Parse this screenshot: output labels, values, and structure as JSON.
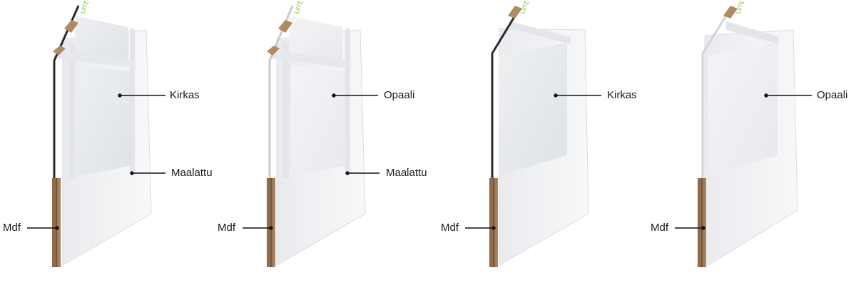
{
  "doors": [
    {
      "id": "door-1",
      "brand": "LIITE",
      "labels": {
        "glass": "Kirkas",
        "finish": "Maalattu",
        "core": "Mdf"
      }
    },
    {
      "id": "door-2",
      "brand": "LIITE",
      "labels": {
        "glass": "Opaali",
        "finish": "Maalattu",
        "core": "Mdf"
      }
    },
    {
      "id": "door-3",
      "brand": "LIITE",
      "labels": {
        "glass": "Kirkas",
        "core": "Mdf"
      }
    },
    {
      "id": "door-4",
      "brand": "LIITE",
      "labels": {
        "glass": "Opaali",
        "core": "Mdf"
      }
    }
  ],
  "colors": {
    "panel": "#f2f3f5",
    "panel_shade": "#dfe2e6",
    "edge": "#c9ccd1",
    "clear_glass": "#e6e8ec",
    "opal_glass": "#eceef1",
    "mdf": "#9a7452",
    "mdf_dark": "#6e5035",
    "leader": "#111111",
    "brand_green": "#7fbf3f"
  }
}
